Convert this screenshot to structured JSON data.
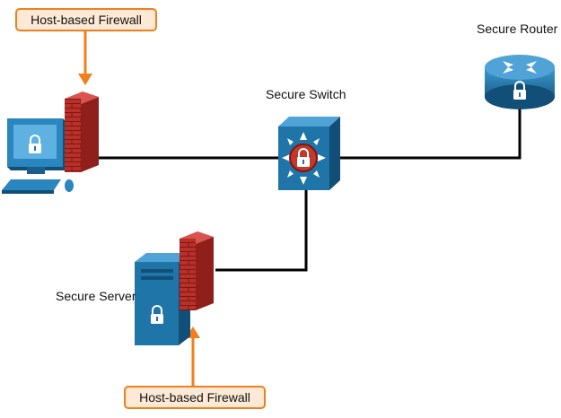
{
  "callouts": {
    "top": "Host-based Firewall",
    "bottom": "Host-based Firewall"
  },
  "devices": {
    "switch": "Secure Switch",
    "router": "Secure Router",
    "server": "Secure Server"
  },
  "colors": {
    "callout_border": "#f07f1e",
    "callout_fill": "#fde9d6",
    "device_blue": "#1f74a8",
    "firewall_red": "#b8302a",
    "link": "#000000"
  },
  "icons": [
    "pc-icon",
    "firewall-icon",
    "switch-icon",
    "router-icon",
    "server-icon",
    "lock-icon"
  ]
}
